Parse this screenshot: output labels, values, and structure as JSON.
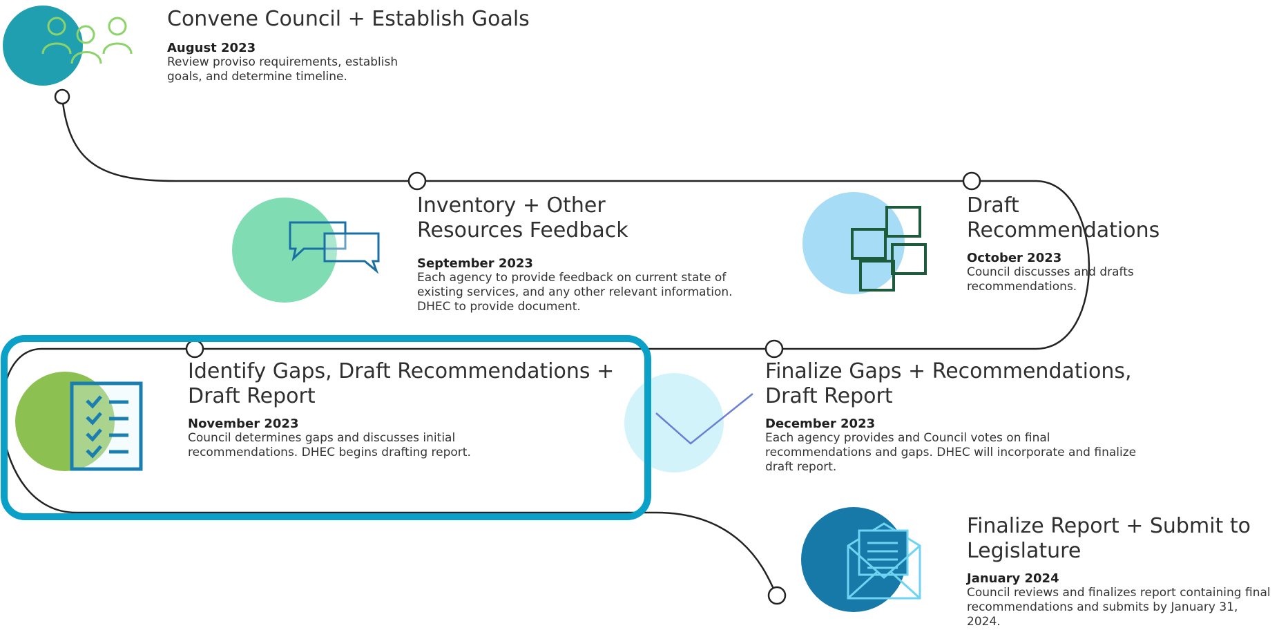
{
  "steps": [
    {
      "title": "Convene Council + Establish Goals",
      "date": "August 2023",
      "description": "Review proviso requirements, establish goals, and determine timeline.",
      "icon": "people-group-icon"
    },
    {
      "title": "Inventory + Other Resources Feedback",
      "date": "September 2023",
      "description": "Each agency to provide feedback on current state of existing services, and any other relevant information. DHEC to provide document.",
      "icon": "chat-bubbles-icon"
    },
    {
      "title": "Draft Recommendations",
      "date": "October 2023",
      "description": "Council discusses and drafts recommendations.",
      "icon": "sticky-notes-icon"
    },
    {
      "title": "Identify Gaps, Draft Recommendations + Draft Report",
      "date": "November 2023",
      "description": "Council determines gaps and discusses initial recommendations. DHEC begins drafting report.",
      "icon": "checklist-icon"
    },
    {
      "title": "Finalize Gaps + Recommendations, Draft Report",
      "date": "December 2023",
      "description": "Each agency provides and Council votes on final recommendations and gaps. DHEC will incorporate and finalize draft report.",
      "icon": "checkmark-icon"
    },
    {
      "title": "Finalize Report + Submit to Legislature",
      "date": "January 2024",
      "description": "Council reviews and finalizes report containing final recommendations and submits by January 31, 2024.",
      "icon": "envelope-icon"
    }
  ],
  "colors": {
    "teal": "#1f9fb0",
    "mint": "#7fdcb3",
    "light_blue": "#a6dcf5",
    "green": "#8cc152",
    "pale_cyan": "#d3f3fa",
    "dark_blue": "#1779a8",
    "highlight": "#0aa0c8",
    "dark_green": "#1e5b3c"
  }
}
